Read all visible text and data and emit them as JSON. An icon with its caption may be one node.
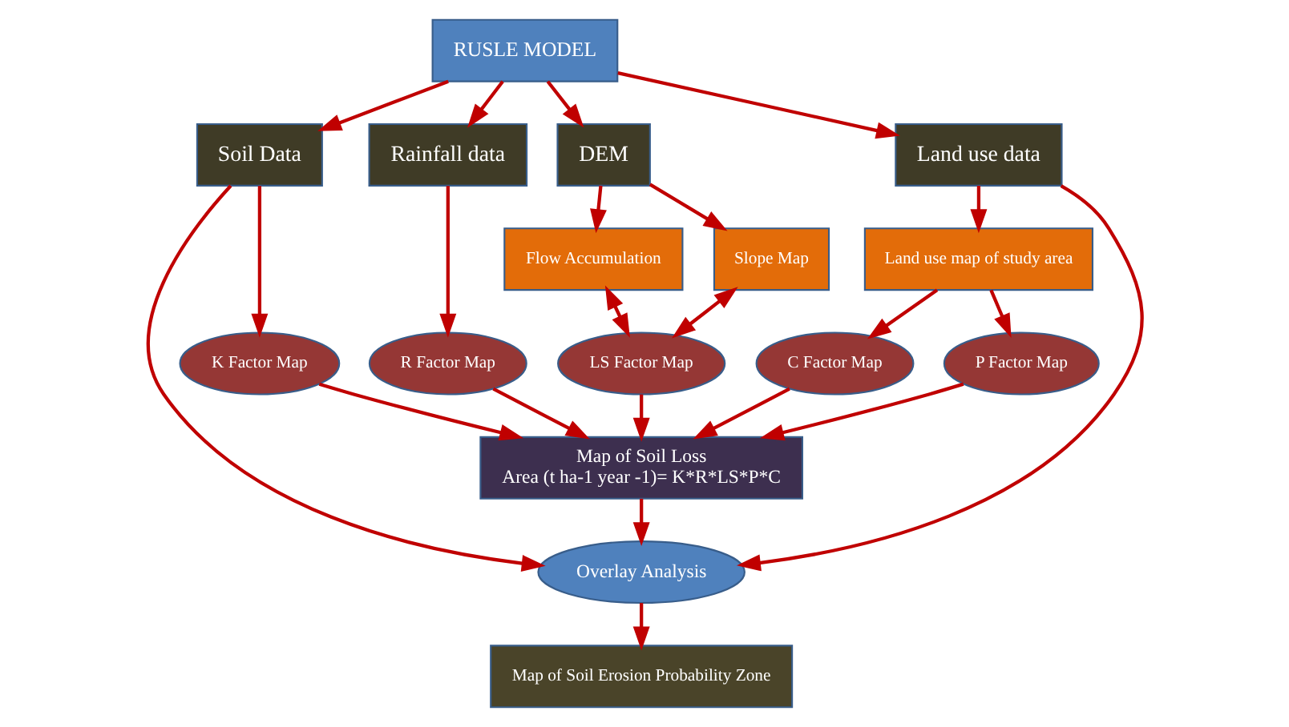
{
  "diagram": {
    "nodes": [
      {
        "text": [
          "RUSLE MODEL"
        ]
      },
      {
        "text": [
          "Soil Data"
        ]
      },
      {
        "text": [
          "DEM"
        ]
      },
      {
        "text": [
          "Rainfall data"
        ]
      },
      {
        "text": [
          "Land use data"
        ]
      },
      {
        "text": [
          "Flow Accumulation"
        ]
      },
      {
        "text": [
          "Slope Map"
        ]
      },
      {
        "text": [
          "Land use map of study area"
        ]
      },
      {
        "text": [
          "K Factor Map"
        ]
      },
      {
        "text": [
          "LS Factor Map"
        ]
      },
      {
        "text": [
          "R Factor Map"
        ]
      },
      {
        "text": [
          "P Factor Map"
        ]
      },
      {
        "text": [
          "C Factor Map"
        ]
      },
      {
        "text": [
          "Map of Soil Loss",
          "Area (t ha-1 year -1)= K*R*LS*P*C"
        ]
      },
      {
        "text": [
          "Overlay Analysis"
        ]
      },
      {
        "text": [
          "Map of Soil Erosion Probability Zone"
        ]
      }
    ],
    "edges": [
      {
        "from": 0,
        "to": 1,
        "arrow": "to"
      },
      {
        "from": 0,
        "to": 2,
        "arrow": "to"
      },
      {
        "from": 0,
        "to": 3,
        "arrow": "to"
      },
      {
        "from": 0,
        "to": 4,
        "arrow": "to"
      },
      {
        "from": 2,
        "to": 5,
        "arrow": "to"
      },
      {
        "from": 2,
        "to": 6,
        "arrow": "to"
      },
      {
        "from": 4,
        "to": 7,
        "arrow": "to"
      },
      {
        "from": 1,
        "to": 8,
        "arrow": "to"
      },
      {
        "from": 5,
        "to": 9,
        "arrow": "both"
      },
      {
        "from": 6,
        "to": 9,
        "arrow": "both"
      },
      {
        "from": 3,
        "to": 10,
        "arrow": "to"
      },
      {
        "from": 7,
        "to": 11,
        "arrow": "to"
      },
      {
        "from": 7,
        "to": 12,
        "arrow": "to"
      },
      {
        "from": 8,
        "to": 13,
        "arrow": "to"
      },
      {
        "from": 9,
        "to": 13,
        "arrow": "to"
      },
      {
        "from": 10,
        "to": 13,
        "arrow": "to"
      },
      {
        "from": 11,
        "to": 13,
        "arrow": "to"
      },
      {
        "from": 12,
        "to": 13,
        "arrow": "to"
      },
      {
        "from": 13,
        "to": 14,
        "arrow": "to"
      },
      {
        "from": 1,
        "to": 14,
        "arrow": "to"
      },
      {
        "from": 4,
        "to": 14,
        "arrow": "to"
      },
      {
        "from": 14,
        "to": 15,
        "arrow": "to"
      }
    ]
  }
}
